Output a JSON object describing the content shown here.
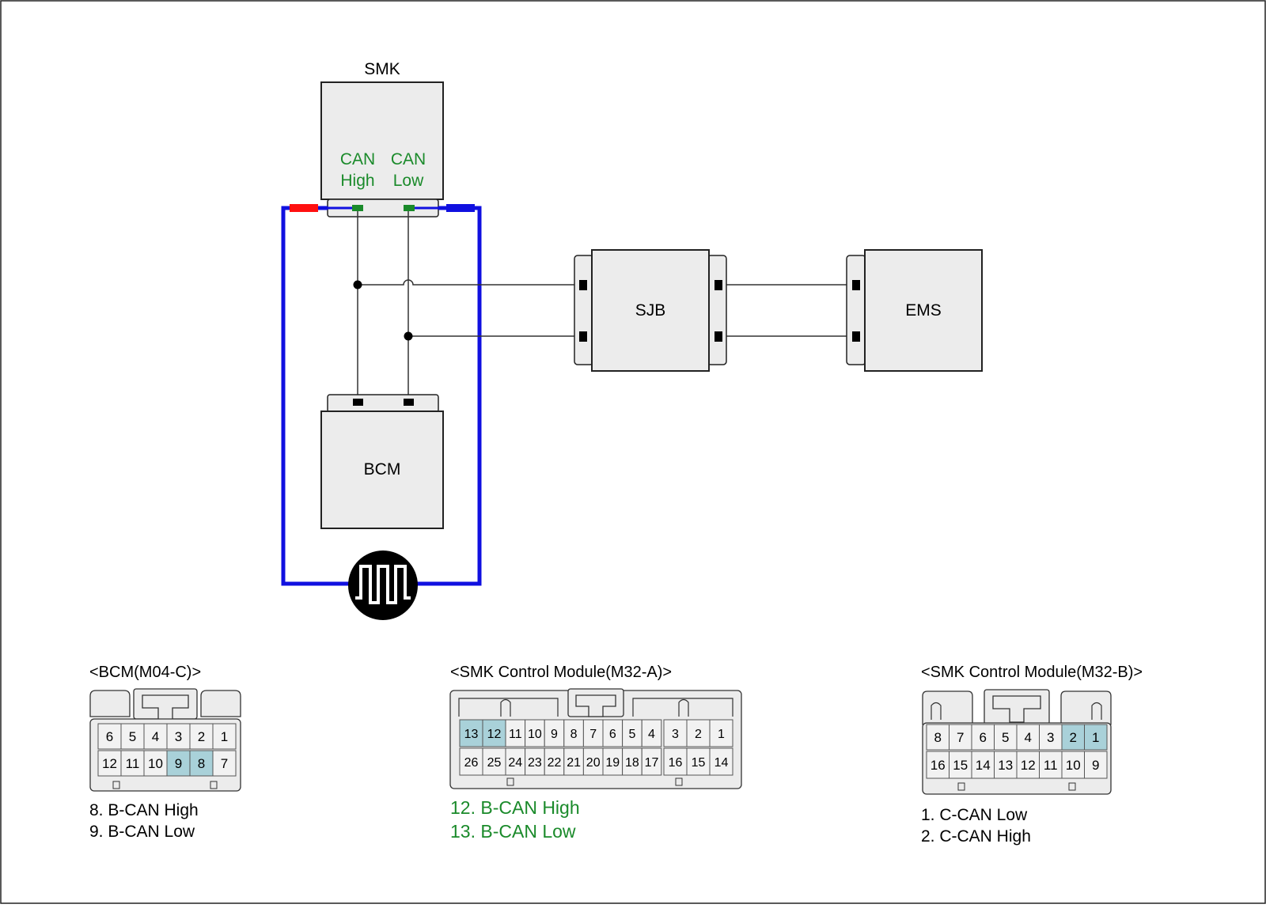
{
  "colors": {
    "module_fill": "#ececec",
    "outline": "#222222",
    "wire": "#333333",
    "bus": "#1010e0",
    "can_high": "#ff1010",
    "green": "#1a8a2a",
    "pin_highlight": "#a9d1d9",
    "black": "#000000"
  },
  "modules": {
    "smk_title": "SMK",
    "smk_can_high_l1": "CAN",
    "smk_can_high_l2": "High",
    "smk_can_low_l1": "CAN",
    "smk_can_low_l2": "Low",
    "sjb": "SJB",
    "ems": "EMS",
    "bcm": "BCM"
  },
  "icons": {
    "terminator": "resistor-terminator-icon"
  },
  "connectors": {
    "bcm": {
      "title": "<BCM(M04-C)>",
      "row1": [
        "6",
        "5",
        "4",
        "3",
        "2",
        "1"
      ],
      "row2": [
        "12",
        "11",
        "10",
        "9",
        "8",
        "7"
      ],
      "highlighted": [
        "9",
        "8"
      ],
      "notes": [
        "8. B-CAN High",
        "9. B-CAN Low"
      ]
    },
    "smk_a": {
      "title": "<SMK Control Module(M32-A)>",
      "row1": [
        "13",
        "12",
        "11",
        "10",
        "9",
        "8",
        "7",
        "6",
        "5",
        "4",
        "3",
        "2",
        "1"
      ],
      "row2": [
        "26",
        "25",
        "24",
        "23",
        "22",
        "21",
        "20",
        "19",
        "18",
        "17",
        "16",
        "15",
        "14"
      ],
      "highlighted": [
        "13",
        "12"
      ],
      "notes": [
        "12. B-CAN High",
        "13. B-CAN Low"
      ]
    },
    "smk_b": {
      "title": "<SMK Control Module(M32-B)>",
      "row1": [
        "8",
        "7",
        "6",
        "5",
        "4",
        "3",
        "2",
        "1"
      ],
      "row2": [
        "16",
        "15",
        "14",
        "13",
        "12",
        "11",
        "10",
        "9"
      ],
      "highlighted": [
        "2",
        "1"
      ],
      "notes": [
        "1. C-CAN Low",
        "2. C-CAN High"
      ]
    }
  }
}
